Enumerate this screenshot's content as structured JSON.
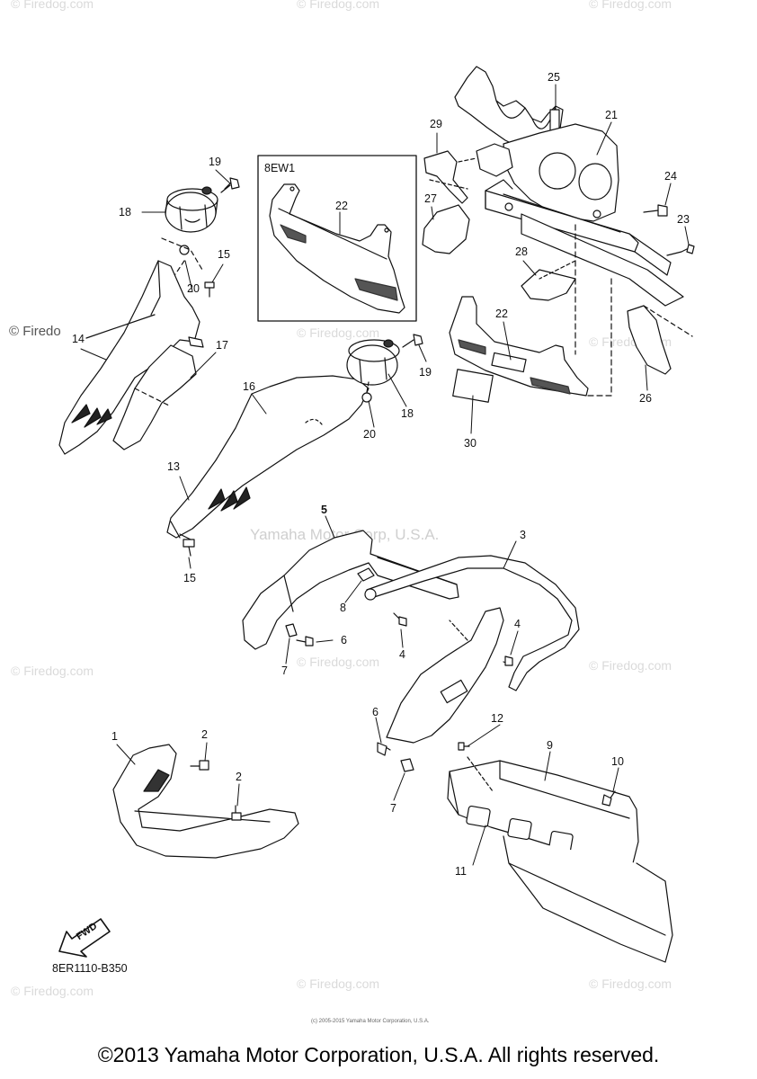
{
  "watermarks": {
    "firedog": "© Firedog.com",
    "firedog_alt": "© Firedo",
    "yamaha": "Yamaha Motor Corp, U.S.A."
  },
  "inset_label": "8EW1",
  "diagram_code": "8ER1110-B350",
  "fwd_label": "FWD",
  "callouts": {
    "c1": "1",
    "c2a": "2",
    "c2b": "2",
    "c3": "3",
    "c4a": "4",
    "c4b": "4",
    "c5": "5",
    "c6a": "6",
    "c6b": "6",
    "c7a": "7",
    "c7b": "7",
    "c8": "8",
    "c9": "9",
    "c10": "10",
    "c11": "11",
    "c12": "12",
    "c13": "13",
    "c14": "14",
    "c15a": "15",
    "c15b": "15",
    "c16": "16",
    "c17": "17",
    "c18a": "18",
    "c18b": "18",
    "c19a": "19",
    "c19b": "19",
    "c20a": "20",
    "c20b": "20",
    "c21": "21",
    "c22a": "22",
    "c22b": "22",
    "c23": "23",
    "c24": "24",
    "c25": "25",
    "c26": "26",
    "c27": "27",
    "c28": "28",
    "c29": "29",
    "c30": "30"
  },
  "fine_print": "(c) 2005-2015 Yamaha Motor Corporation, U.S.A.",
  "copyright": "©2013 Yamaha Motor Corporation, U.S.A. All rights reserved."
}
